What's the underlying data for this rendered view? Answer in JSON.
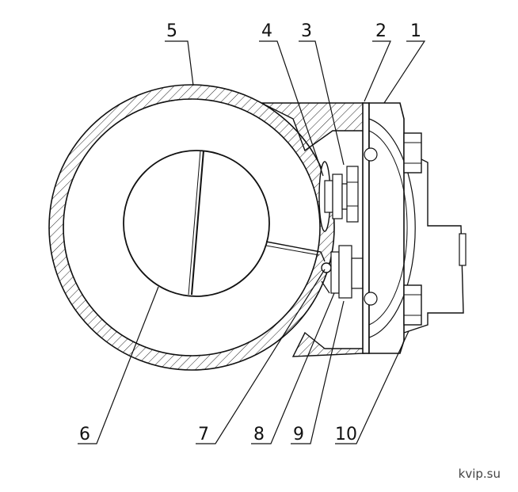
{
  "diagram": {
    "callouts": [
      "1",
      "2",
      "3",
      "4",
      "5",
      "6",
      "7",
      "8",
      "9",
      "10"
    ]
  },
  "watermark": "kvip.su"
}
